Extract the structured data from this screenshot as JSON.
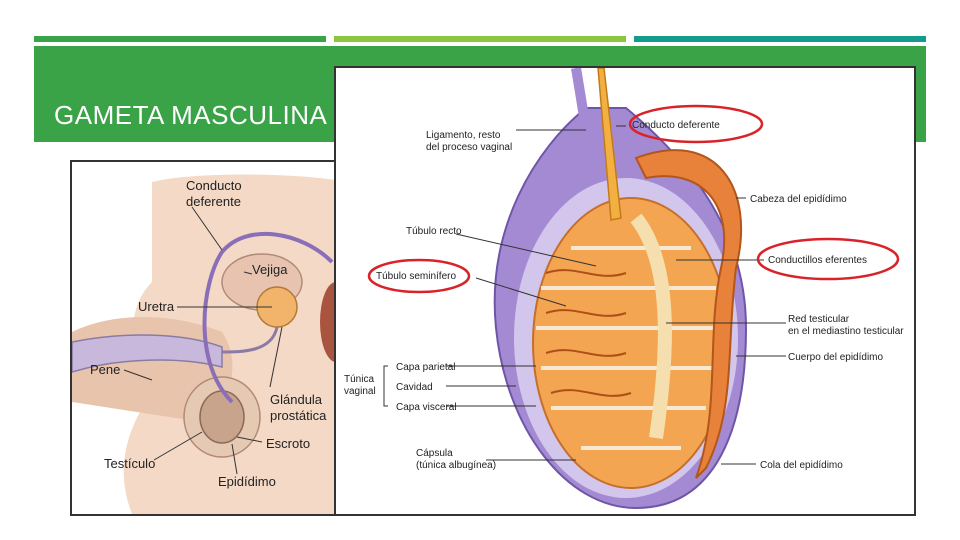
{
  "slide": {
    "title": "GAMETA MASCULINA",
    "colors": {
      "header": "#3aa348",
      "bar1": "#3aa348",
      "bar2": "#8cc63f",
      "bar3": "#139b8b",
      "highlight": "#d9232a"
    }
  },
  "left_diagram": {
    "labels": {
      "conducto_deferente_1": "Conducto",
      "conducto_deferente_2": "deferente",
      "vejiga": "Vejiga",
      "uretra": "Uretra",
      "pene": "Pene",
      "glandula_1": "Glándula",
      "glandula_2": "prostática",
      "escroto": "Escroto",
      "testiculo": "Testículo",
      "epididimo": "Epidídimo"
    }
  },
  "right_diagram": {
    "labels": {
      "ligamento_1": "Ligamento, resto",
      "ligamento_2": "del proceso vaginal",
      "tubulo_recto": "Túbulo recto",
      "tubulo_seminifero": "Túbulo seminífero",
      "tunica_1": "Túnica",
      "tunica_2": "vaginal",
      "capa_parietal": "Capa parietal",
      "cavidad": "Cavidad",
      "capa_visceral": "Capa visceral",
      "capsula_1": "Cápsula",
      "capsula_2": "(túnica albugínea)",
      "conducto_deferente": "Conducto deferente",
      "cabeza_epididimo": "Cabeza del epidídimo",
      "conductillos": "Conductillos eferentes",
      "red_testicular_1": "Red testicular",
      "red_testicular_2": "en el mediastino testicular",
      "cuerpo_epididimo": "Cuerpo del epidídimo",
      "cola_epididimo": "Cola del epidídimo"
    }
  }
}
